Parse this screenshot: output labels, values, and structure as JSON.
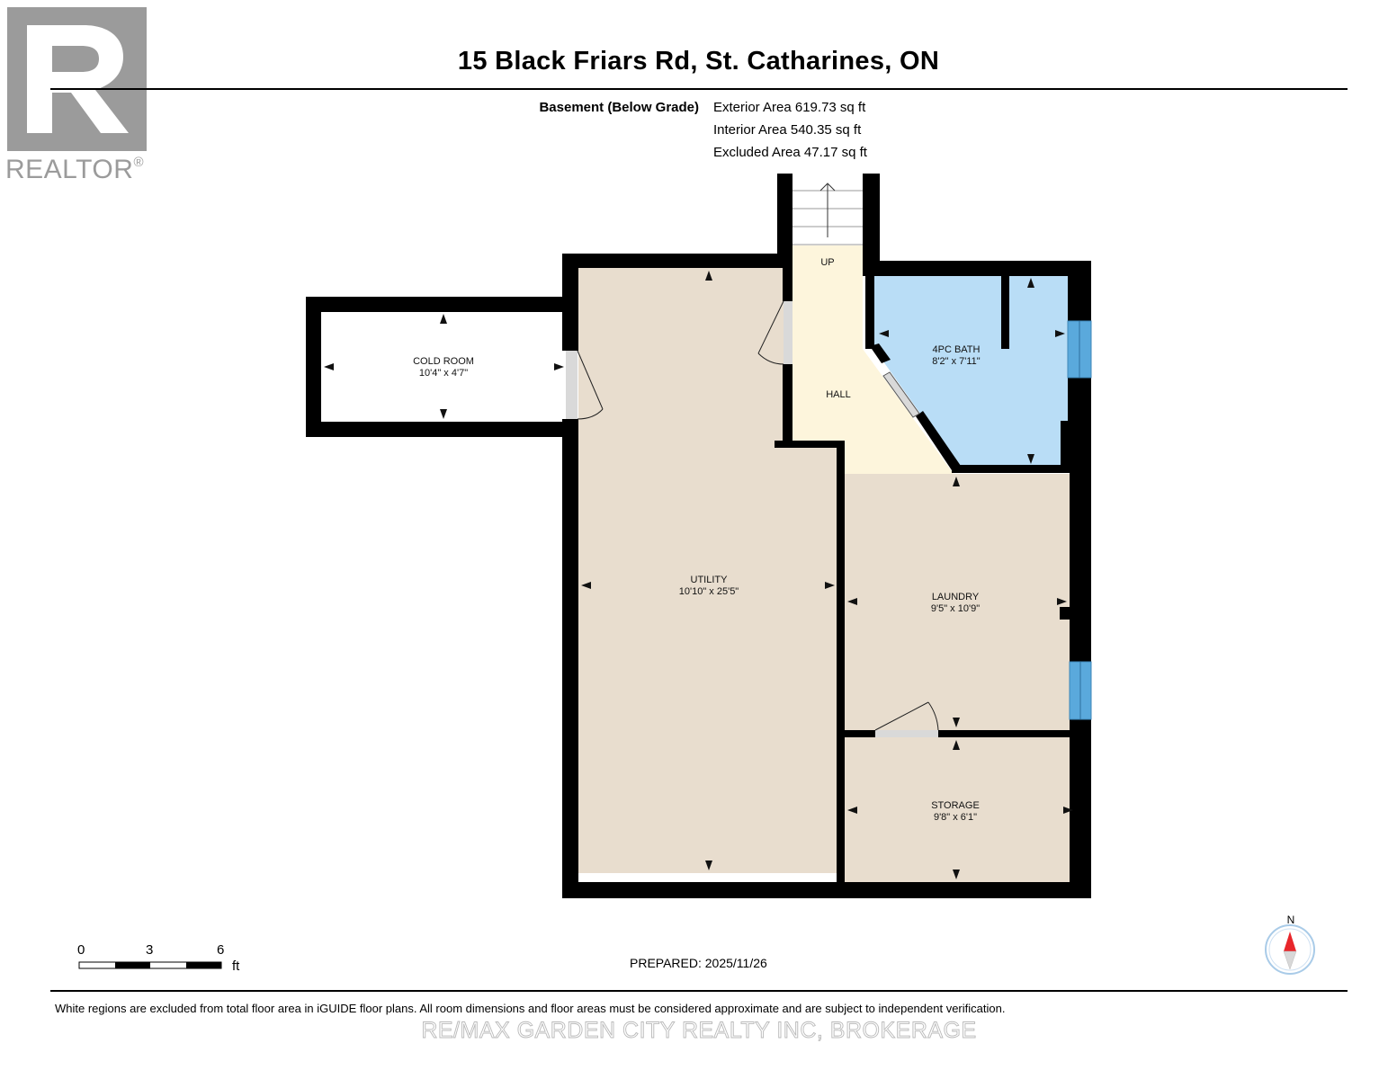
{
  "logo": {
    "text": "REALTOR",
    "mark": "®",
    "icon": "realtor-r-icon"
  },
  "title": "15 Black Friars Rd, St. Catharines, ON",
  "floor": {
    "label": "Basement (Below Grade)",
    "exterior_area": "Exterior Area 619.73 sq ft",
    "interior_area": "Interior Area 540.35 sq ft",
    "excluded_area": "Excluded Area 47.17 sq ft"
  },
  "rooms": {
    "cold_room": {
      "name": "COLD ROOM",
      "dims": "10'4\" x 4'7\""
    },
    "utility": {
      "name": "UTILITY",
      "dims": "10'10\" x 25'5\""
    },
    "hall": {
      "name": "HALL"
    },
    "stairs": {
      "name": "UP"
    },
    "bath": {
      "name": "4PC BATH",
      "dims": "8'2\" x 7'11\""
    },
    "laundry": {
      "name": "LAUNDRY",
      "dims": "9'5\" x 10'9\""
    },
    "storage": {
      "name": "STORAGE",
      "dims": "9'8\" x 6'1\""
    }
  },
  "scale": {
    "ticks": [
      "0",
      "3",
      "6"
    ],
    "unit": "ft"
  },
  "prepared": "PREPARED: 2025/11/26",
  "compass": {
    "label": "N",
    "icon": "compass-north-icon"
  },
  "disclaimer": "White regions are excluded from total floor area in iGUIDE floor plans. All room dimensions and floor areas must be considered approximate and are subject to independent verification.",
  "watermark": "RE/MAX GARDEN CITY REALTY INC, BROKERAGE",
  "colors": {
    "wall": "#000000",
    "room_fill": "#e8ddce",
    "hall_fill": "#fdf5dc",
    "bath_fill": "#b9ddf6",
    "window": "#5aa9dc",
    "logo_gray": "#9b9b9b",
    "compass_red": "#e8262b"
  }
}
